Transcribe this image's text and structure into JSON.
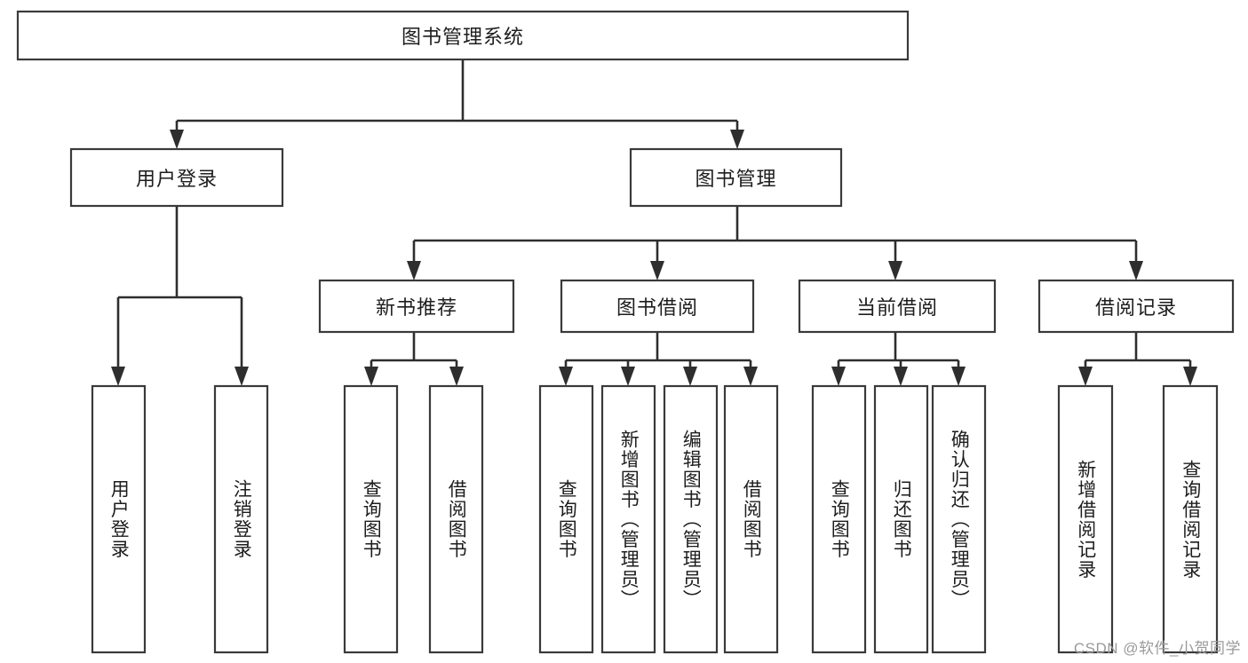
{
  "diagram": {
    "type": "tree",
    "title": "图书管理系统",
    "watermark": "CSDN @软件_小贺同学",
    "colors": {
      "box_stroke": "#3a3a3a",
      "connector": "#2e2e2e",
      "box_fill": "#ffffff",
      "text": "#1d1d1d",
      "watermark": "#9a9a9a"
    },
    "root": {
      "label": "图书管理系统"
    },
    "level2": [
      {
        "label": "用户登录"
      },
      {
        "label": "图书管理"
      }
    ],
    "level3": [
      {
        "label": "新书推荐"
      },
      {
        "label": "图书借阅"
      },
      {
        "label": "当前借阅"
      },
      {
        "label": "借阅记录"
      }
    ],
    "leaves": {
      "user_login": [
        {
          "label": "用户登录"
        },
        {
          "label": "注销登录"
        }
      ],
      "new_book_recommend": [
        {
          "label": "查询图书"
        },
        {
          "label": "借阅图书"
        }
      ],
      "book_borrow": [
        {
          "label": "查询图书"
        },
        {
          "label": "新增图书（管理员）"
        },
        {
          "label": "编辑图书（管理员）"
        },
        {
          "label": "借阅图书"
        }
      ],
      "current_borrow": [
        {
          "label": "查询图书"
        },
        {
          "label": "归还图书"
        },
        {
          "label": "确认归还（管理员）"
        }
      ],
      "borrow_record": [
        {
          "label": "新增借阅记录"
        },
        {
          "label": "查询借阅记录"
        }
      ]
    }
  }
}
